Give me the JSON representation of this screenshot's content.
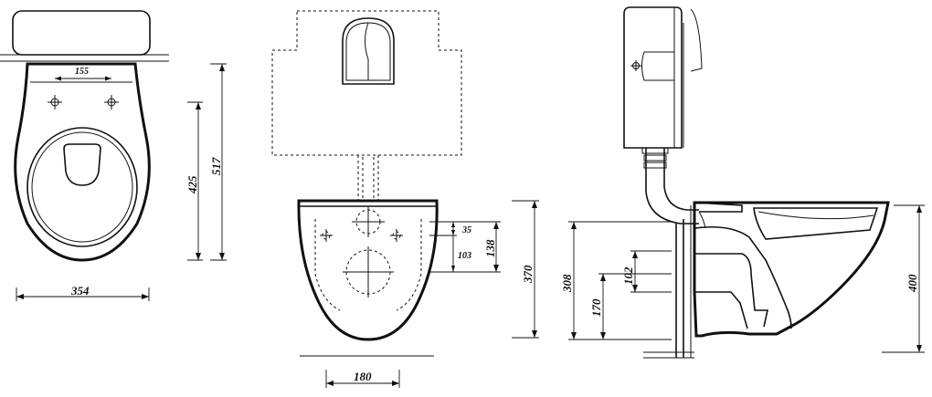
{
  "dimensions": {
    "top_view": {
      "hole_spacing": "155",
      "width": "354",
      "depth_to_holes": "425",
      "total_depth": "517"
    },
    "front_view": {
      "hole_offset_small": "35",
      "hole_offset_medium": "103",
      "hole_span": "138",
      "height": "370",
      "base_width": "180"
    },
    "side_view": {
      "outlet_height": "308",
      "inlet_height": "170",
      "outlet_diameter": "102",
      "rim_height": "400"
    }
  }
}
